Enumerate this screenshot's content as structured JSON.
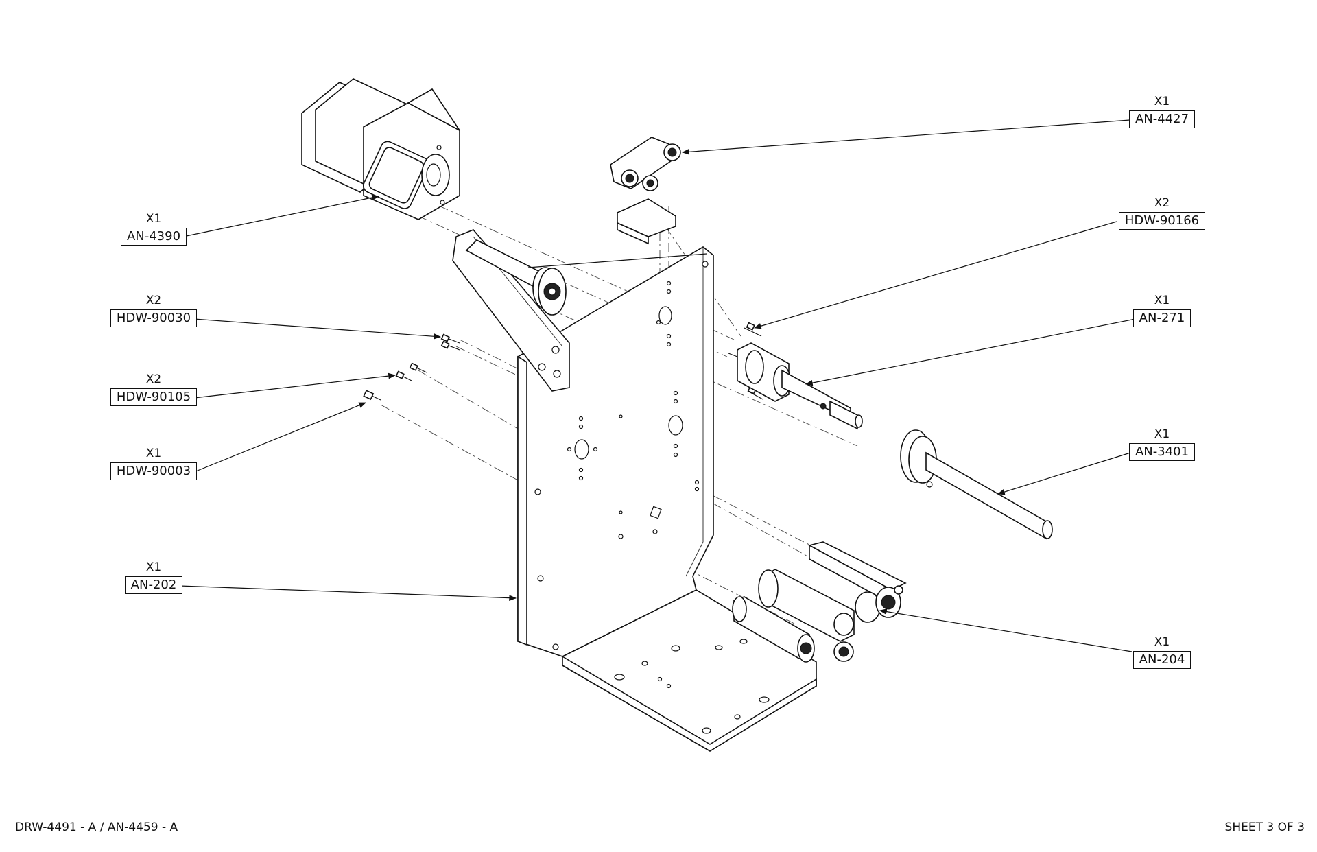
{
  "callouts": [
    {
      "id": "an4427",
      "qty": "X1",
      "part": "AN-4427"
    },
    {
      "id": "an4390",
      "qty": "X1",
      "part": "AN-4390"
    },
    {
      "id": "hdw90166",
      "qty": "X2",
      "part": "HDW-90166"
    },
    {
      "id": "hdw90030",
      "qty": "X2",
      "part": "HDW-90030"
    },
    {
      "id": "an271",
      "qty": "X1",
      "part": "AN-271"
    },
    {
      "id": "hdw90105",
      "qty": "X2",
      "part": "HDW-90105"
    },
    {
      "id": "an3401",
      "qty": "X1",
      "part": "AN-3401"
    },
    {
      "id": "hdw90003",
      "qty": "X1",
      "part": "HDW-90003"
    },
    {
      "id": "an202",
      "qty": "X1",
      "part": "AN-202"
    },
    {
      "id": "an204",
      "qty": "X1",
      "part": "AN-204"
    }
  ],
  "footer": {
    "drawing_id": "DRW-4491 - A / AN-4459 - A",
    "sheet": "SHEET 3 OF 3"
  }
}
